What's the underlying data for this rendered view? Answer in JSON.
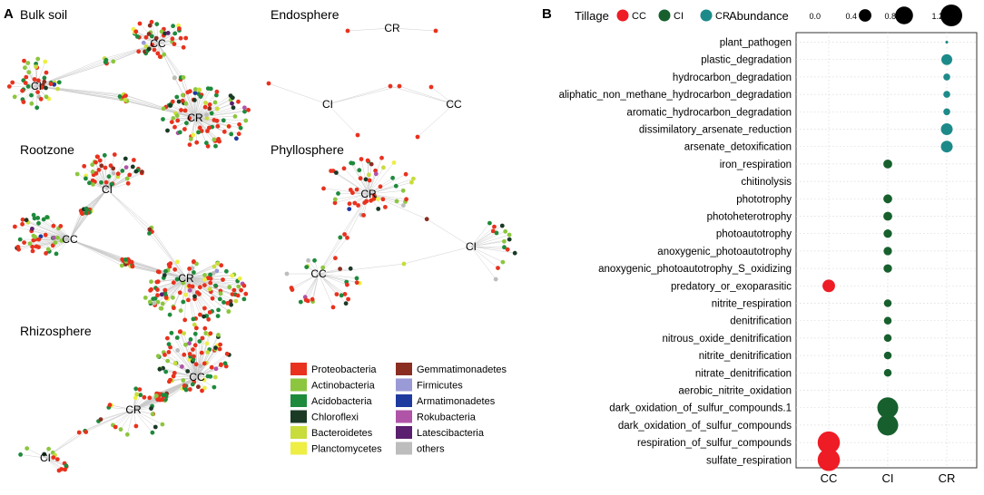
{
  "panel_a": {
    "label": "A",
    "networks": [
      {
        "title": "Bulk soil",
        "nodes": [
          "CC",
          "CI",
          "CR"
        ]
      },
      {
        "title": "Endosphere",
        "nodes": [
          "CR",
          "CI",
          "CC"
        ]
      },
      {
        "title": "Rootzone",
        "nodes": [
          "CI",
          "CC",
          "CR"
        ]
      },
      {
        "title": "Phyllosphere",
        "nodes": [
          "CR",
          "CI",
          "CC"
        ]
      },
      {
        "title": "Rhizosphere",
        "nodes": [
          "CC",
          "CR",
          "CI"
        ]
      }
    ],
    "legend": [
      {
        "name": "Proteobacteria",
        "color": "#e8321e"
      },
      {
        "name": "Actinobacteria",
        "color": "#8cc63f"
      },
      {
        "name": "Acidobacteria",
        "color": "#1e8a3c"
      },
      {
        "name": "Chloroflexi",
        "color": "#1a3a26"
      },
      {
        "name": "Bacteroidetes",
        "color": "#c8dc3c"
      },
      {
        "name": "Planctomycetes",
        "color": "#eeee44"
      },
      {
        "name": "Gemmatimonadetes",
        "color": "#8a2e22"
      },
      {
        "name": "Firmicutes",
        "color": "#9a9ad6"
      },
      {
        "name": "Armatimonadetes",
        "color": "#1f3a9e"
      },
      {
        "name": "Rokubacteria",
        "color": "#b054a8"
      },
      {
        "name": "Latescibacteria",
        "color": "#5a1f6e"
      },
      {
        "name": "others",
        "color": "#bdbdbd"
      }
    ]
  },
  "panel_b": {
    "label": "B",
    "tillage_title": "Tillage",
    "abundance_title": "Abundance",
    "tillage_legend": [
      {
        "name": "CC",
        "color": "#ee1c25"
      },
      {
        "name": "CI",
        "color": "#17602e"
      },
      {
        "name": "CR",
        "color": "#1d8a8a"
      }
    ],
    "size_legend": [
      {
        "label": "0.0",
        "value": 0.0
      },
      {
        "label": "0.4",
        "value": 0.4
      },
      {
        "label": "0.8",
        "value": 0.8
      },
      {
        "label": "1.2",
        "value": 1.2
      }
    ]
  },
  "chart_data": {
    "type": "scatter",
    "title": "",
    "xlabel": "",
    "ylabel": "",
    "x": [
      "CC",
      "CI",
      "CR"
    ],
    "y": [
      "plant_pathogen",
      "plastic_degradation",
      "hydrocarbon_degradation",
      "aliphatic_non_methane_hydrocarbon_degradation",
      "aromatic_hydrocarbon_degradation",
      "dissimilatory_arsenate_reduction",
      "arsenate_detoxification",
      "iron_respiration",
      "chitinolysis",
      "phototrophy",
      "photoheterotrophy",
      "photoautotrophy",
      "anoxygenic_photoautotrophy",
      "anoxygenic_photoautotrophy_S_oxidizing",
      "predatory_or_exoparasitic",
      "nitrite_respiration",
      "denitrification",
      "nitrous_oxide_denitrification",
      "nitrite_denitrification",
      "nitrate_denitrification",
      "aerobic_nitrite_oxidation",
      "dark_oxidation_of_sulfur_compounds.1",
      "dark_oxidation_of_sulfur_compounds",
      "respiration_of_sulfur_compounds",
      "sulfate_respiration"
    ],
    "size_range": [
      0,
      1.2
    ],
    "grid": true,
    "legend_position": "top",
    "points": [
      {
        "x": "CR",
        "y": "plant_pathogen",
        "size": 0.02
      },
      {
        "x": "CR",
        "y": "plastic_degradation",
        "size": 0.3
      },
      {
        "x": "CR",
        "y": "hydrocarbon_degradation",
        "size": 0.12
      },
      {
        "x": "CR",
        "y": "aliphatic_non_methane_hydrocarbon_degradation",
        "size": 0.12
      },
      {
        "x": "CR",
        "y": "aromatic_hydrocarbon_degradation",
        "size": 0.12
      },
      {
        "x": "CR",
        "y": "dissimilatory_arsenate_reduction",
        "size": 0.35
      },
      {
        "x": "CR",
        "y": "arsenate_detoxification",
        "size": 0.35
      },
      {
        "x": "CI",
        "y": "iron_respiration",
        "size": 0.2
      },
      {
        "x": "CI",
        "y": "phototrophy",
        "size": 0.2
      },
      {
        "x": "CI",
        "y": "photoheterotrophy",
        "size": 0.2
      },
      {
        "x": "CI",
        "y": "photoautotrophy",
        "size": 0.18
      },
      {
        "x": "CI",
        "y": "anoxygenic_photoautotrophy",
        "size": 0.18
      },
      {
        "x": "CI",
        "y": "anoxygenic_photoautotrophy_S_oxidizing",
        "size": 0.18
      },
      {
        "x": "CC",
        "y": "predatory_or_exoparasitic",
        "size": 0.4
      },
      {
        "x": "CI",
        "y": "nitrite_respiration",
        "size": 0.15
      },
      {
        "x": "CI",
        "y": "denitrification",
        "size": 0.15
      },
      {
        "x": "CI",
        "y": "nitrous_oxide_denitrification",
        "size": 0.15
      },
      {
        "x": "CI",
        "y": "nitrite_denitrification",
        "size": 0.15
      },
      {
        "x": "CI",
        "y": "nitrate_denitrification",
        "size": 0.15
      },
      {
        "x": "CI",
        "y": "dark_oxidation_of_sulfur_compounds.1",
        "size": 1.1
      },
      {
        "x": "CI",
        "y": "dark_oxidation_of_sulfur_compounds",
        "size": 1.1
      },
      {
        "x": "CC",
        "y": "respiration_of_sulfur_compounds",
        "size": 1.25
      },
      {
        "x": "CC",
        "y": "sulfate_respiration",
        "size": 1.25
      }
    ]
  }
}
